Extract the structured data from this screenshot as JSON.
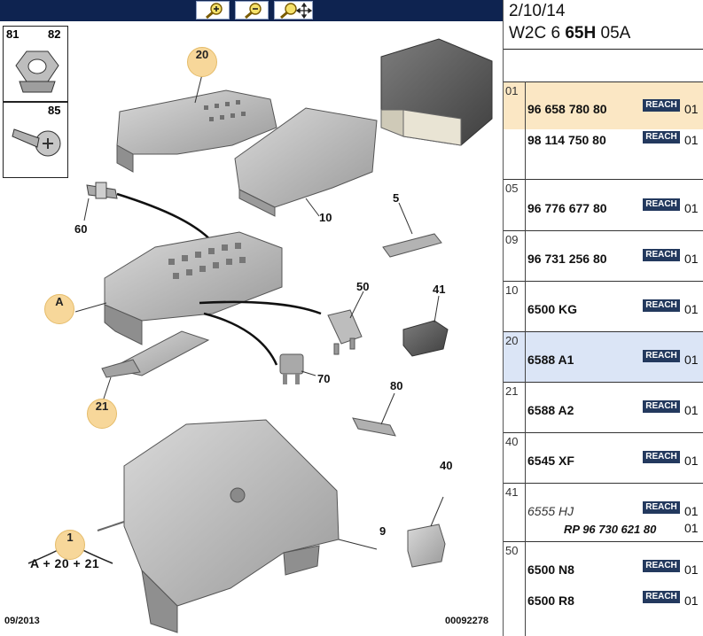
{
  "toolbar": {
    "buttons": [
      {
        "name": "zoom-in-button",
        "icon": "zoom-in-icon"
      },
      {
        "name": "zoom-out-button",
        "icon": "zoom-out-icon"
      },
      {
        "name": "zoom-pan-button",
        "icon": "zoom-pan-icon"
      }
    ],
    "background": "#0e2350"
  },
  "diagram": {
    "hardware": [
      {
        "labels": [
          "81",
          "82"
        ],
        "icon": "hex-nut-icon"
      },
      {
        "labels": [
          "85"
        ],
        "icon": "screw-icon"
      }
    ],
    "callouts": [
      "20",
      "60",
      "10",
      "5",
      "50",
      "41",
      "70",
      "80",
      "40",
      "9",
      "A",
      "21",
      "1"
    ],
    "formula": "A + 20 + 21",
    "footer_left": "09/2013",
    "footer_right": "00092278",
    "bubble_color": "#f7d79a"
  },
  "panel": {
    "date": "2/10/14",
    "code_prefix": "W2C 6 ",
    "code_bold": "65H",
    "code_suffix": " 05A",
    "reach_label": "REACH",
    "groups": [
      {
        "num": "01",
        "parts": [
          {
            "pn": "96 658 780 80",
            "qty": "01"
          },
          {
            "pn": "98 114 750 80",
            "qty": "01"
          }
        ]
      },
      {
        "num": "05",
        "parts": [
          {
            "pn": "96 776 677 80",
            "qty": "01"
          }
        ]
      },
      {
        "num": "09",
        "parts": [
          {
            "pn": "96 731 256 80",
            "qty": "01"
          }
        ]
      },
      {
        "num": "10",
        "parts": [
          {
            "pn": "6500 KG",
            "qty": "01"
          }
        ]
      },
      {
        "num": "20",
        "parts": [
          {
            "pn": "6588 A1",
            "qty": "01"
          }
        ]
      },
      {
        "num": "21",
        "parts": [
          {
            "pn": "6588 A2",
            "qty": "01"
          }
        ]
      },
      {
        "num": "40",
        "parts": [
          {
            "pn": "6545 XF",
            "qty": "01"
          }
        ]
      },
      {
        "num": "41",
        "parts": [
          {
            "pn": "6555 HJ",
            "qty": "01"
          }
        ],
        "replacement": {
          "pn": "RP 96 730 621 80",
          "qty": "01"
        }
      },
      {
        "num": "50",
        "parts": [
          {
            "pn": "6500 N8",
            "qty": "01"
          },
          {
            "pn": "6500 R8",
            "qty": "01"
          }
        ]
      }
    ],
    "highlight_orange": "#fbe7c4",
    "highlight_blue": "#dbe5f6",
    "reach_color": "#23395e"
  }
}
